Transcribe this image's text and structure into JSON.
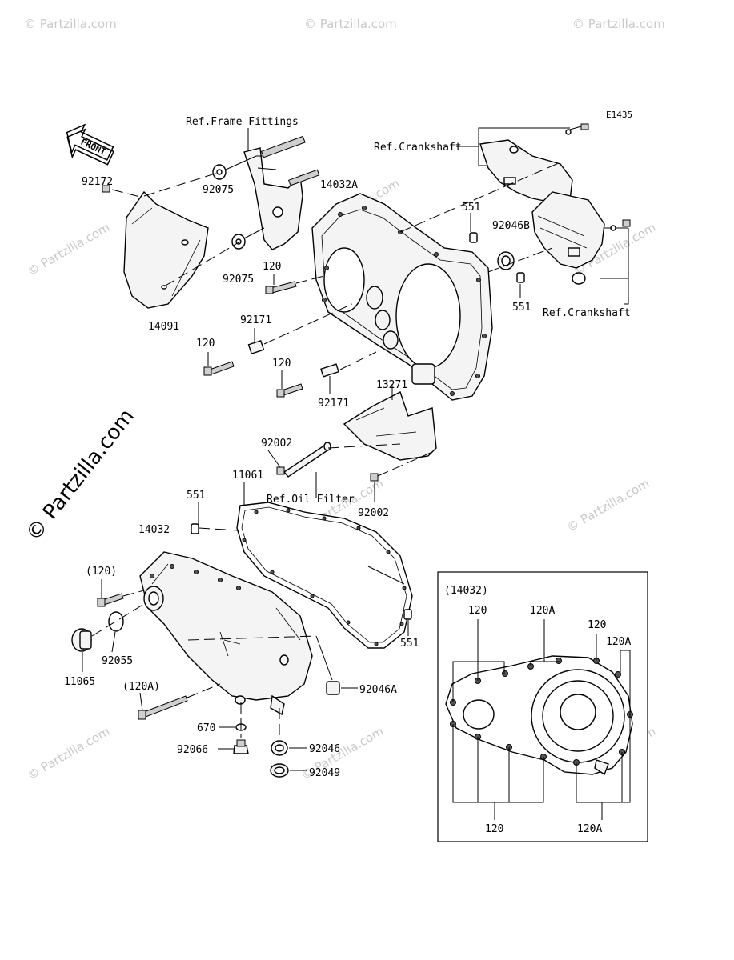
{
  "diagram_code": "E1435",
  "watermark": {
    "text": "© Partzilla.com",
    "big_text": "© Partzilla.com"
  },
  "front_arrow": {
    "label": "FRONT",
    "icon": "front-arrow-icon"
  },
  "refs": {
    "frame_fittings": "Ref.Frame Fittings",
    "crankshaft_top": "Ref.Crankshaft",
    "crankshaft_right": "Ref.Crankshaft",
    "oil_filter": "Ref.Oil Filter"
  },
  "parts": {
    "p92172": "92172",
    "p92075_a": "92075",
    "p92075_b": "92075",
    "p14091": "14091",
    "p14032A": "14032A",
    "p551_a": "551",
    "p92046B": "92046B",
    "p551_b": "551",
    "p120_a": "120",
    "p92171_a": "92171",
    "p120_b": "120",
    "p120_c": "120",
    "p92171_b": "92171",
    "p13271": "13271",
    "p92002_a": "92002",
    "p11061": "11061",
    "p92002_b": "92002",
    "p551_c": "551",
    "p14032": "14032",
    "p120_paren": "(120)",
    "p11065": "11065",
    "p92055": "92055",
    "p120A_paren": "(120A)",
    "p670": "670",
    "p92066": "92066",
    "p92046": "92046",
    "p92049": "92049",
    "p92046A": "92046A",
    "p551_d": "551"
  },
  "inset": {
    "title": "(14032)",
    "top_120_a": "120",
    "top_120A_a": "120A",
    "top_120_b": "120",
    "top_120A_b": "120A",
    "bottom_120": "120",
    "bottom_120A": "120A"
  }
}
